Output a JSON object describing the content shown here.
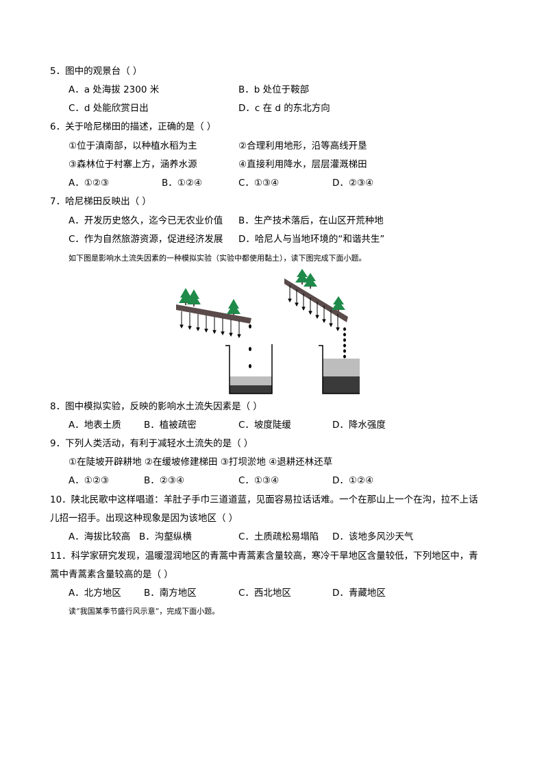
{
  "q5": {
    "stem": "5．图中的观景台（ ）",
    "a": "A．a 处海拔 2300 米",
    "b": "B．b 处位于鞍部",
    "c": "C．d 处能欣赏日出",
    "d": "D．c 在 d 的东北方向"
  },
  "q6": {
    "stem": "6．关于哈尼梯田的描述，正确的是（ ）",
    "s1": "①位于滇南部，以种植水稻为主",
    "s2": "②合理利用地形，沿等高线开垦",
    "s3": "③森林位于村寨上方，涵养水源",
    "s4": "④直接利用降水，层层灌溉梯田",
    "a": "A．①②③",
    "b": "B．①②④",
    "c": "C．①③④",
    "d": "D．②③④"
  },
  "q7": {
    "stem": "7．哈尼梯田反映出（ ）",
    "a": "A．开发历史悠久，迄今已无农业价值",
    "b": "B．生产技术落后，在山区开荒种地",
    "c": "C．作为自然旅游资源，促进经济发展",
    "d": "D．哈尼人与当地环境的“和谐共生”"
  },
  "intro1": "如下图是影响水土流失因素的一种模拟实验（实验中都使用黏土），读下图完成下面小题。",
  "q8": {
    "stem": "8．图中模拟实验，反映的影响水土流失因素是（ ）",
    "a": "A．地表土质",
    "b": "B．植被疏密",
    "c": "C．坡度陡缓",
    "d": "D．降水强度"
  },
  "q9": {
    "stem": "9．下列人类活动，有利于减轻水土流失的是（ ）",
    "statements": "①在陡坡开辟耕地  ②在缓坡修建梯田  ③打坝淤地  ④退耕还林还草",
    "a": "A．①②③",
    "b": "B．②③④",
    "c": "C．①③④",
    "d": "D．①②④"
  },
  "q10": {
    "stem1": "10．陕北民歌中这样唱道：羊肚子手巾三道道蓝，见面容易拉话话难。一个在那山上一个在沟，拉不上话",
    "stem2": "儿招一招手。出现这种现象是因为该地区（ ）",
    "a": "A．海拔比较高",
    "b": "B．沟壑纵横",
    "c": "C．土质疏松易塌陷",
    "d": "D．该地多风沙天气"
  },
  "q11": {
    "stem1": "11．科学家研究发现，温暖湿润地区的青蒿中青蒿素含量较高，寒冷干旱地区含量较低，下列地区中，青",
    "stem2": "蒿中青蒿素含量较高的是（ ）",
    "a": "A．北方地区",
    "b": "B．南方地区",
    "c": "C．西北地区",
    "d": "D．青藏地区"
  },
  "intro2": "读“我国某季节盛行风示意”，完成下面小题。",
  "colors": {
    "slope": "#5a4a4a",
    "tree": "#1f8a4a",
    "water_light": "#bdbdbd",
    "water_dark": "#3a3a3a"
  }
}
